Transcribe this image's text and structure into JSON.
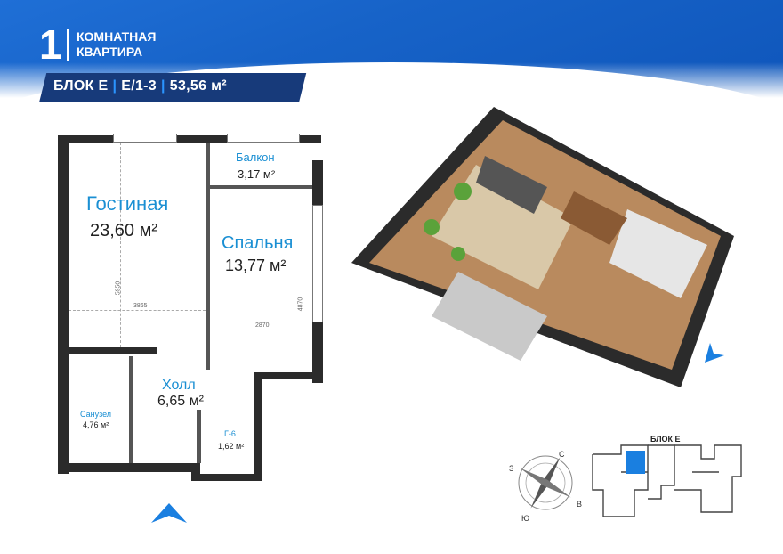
{
  "header": {
    "apartment_number": "1",
    "apartment_type_line1": "КОМНАТНАЯ",
    "apartment_type_line2": "КВАРТИРА"
  },
  "block_bar": {
    "block": "БЛОК Е",
    "unit": "Е/1-3",
    "area": "53,56 м²"
  },
  "rooms": {
    "living": {
      "name": "Гостиная",
      "area": "23,60 м²"
    },
    "balcony": {
      "name": "Балкон",
      "area": "3,17 м²"
    },
    "bedroom": {
      "name": "Спальня",
      "area": "13,77 м²"
    },
    "hall": {
      "name": "Холл",
      "area": "6,65 м²"
    },
    "bathroom": {
      "name": "Санузел",
      "area": "4,76 м²"
    },
    "storage": {
      "name": "Г-6",
      "area": "1,62 м²"
    }
  },
  "dimensions": {
    "living_height": "5950",
    "living_width": "3865",
    "bedroom_width": "2870",
    "bedroom_height": "4870"
  },
  "compass": {
    "n": "С",
    "s": "Ю",
    "w": "З",
    "e": "В"
  },
  "minimap": {
    "label": "БЛОК Е"
  },
  "colors": {
    "brand_blue": "#1763c8",
    "bar_navy": "#173a7a",
    "accent": "#1a8fd3",
    "highlight": "#1a7fe0"
  }
}
